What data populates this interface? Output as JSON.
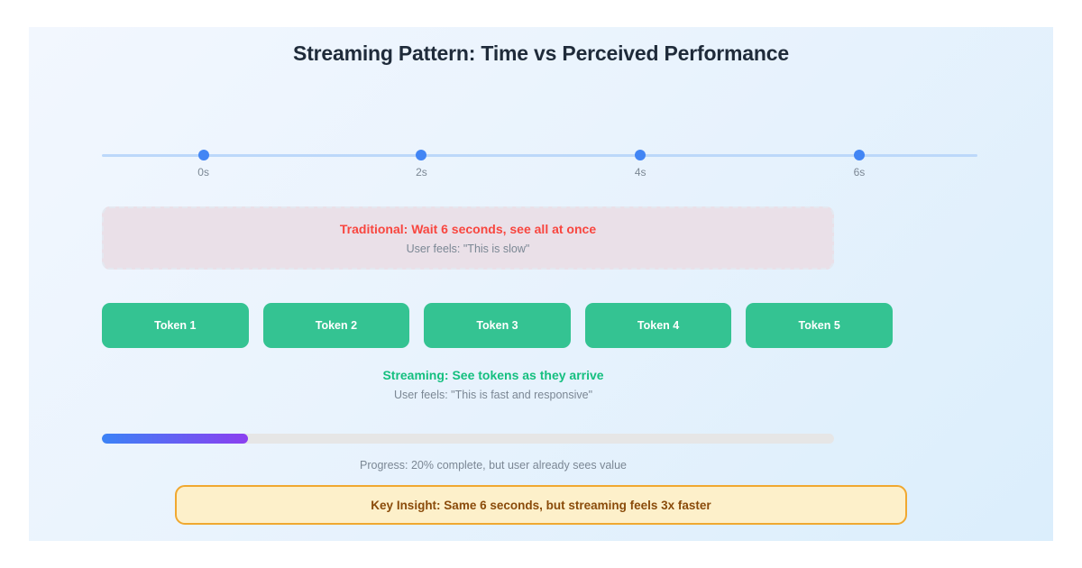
{
  "figure": {
    "title": "Streaming Pattern: Time vs Perceived Performance",
    "background_start": "#f2f7fe",
    "background_end": "#dbeefc"
  },
  "timeline": {
    "line_color": "#bcd8fa",
    "dot_color": "#4285f4",
    "ticks": [
      {
        "label": "0s",
        "value": 0,
        "position_pct": 11.6
      },
      {
        "label": "2s",
        "value": 2,
        "position_pct": 36.5
      },
      {
        "label": "4s",
        "value": 4,
        "position_pct": 61.5
      },
      {
        "label": "6s",
        "value": 6,
        "position_pct": 86.5
      }
    ]
  },
  "traditional": {
    "title": "Traditional: Wait 6 seconds, see all at once",
    "subtitle": "User feels: \"This is slow\"",
    "title_color": "#f8463f",
    "background": "#eae0e8"
  },
  "streaming": {
    "tokens": [
      {
        "label": "Token 1"
      },
      {
        "label": "Token 2"
      },
      {
        "label": "Token 3"
      },
      {
        "label": "Token 4"
      },
      {
        "label": "Token 5"
      }
    ],
    "token_color": "#34c392",
    "title": "Streaming: See tokens as they arrive",
    "subtitle": "User feels: \"This is fast and responsive\"",
    "title_color": "#14bf7f"
  },
  "progress": {
    "percent": 20,
    "caption": "Progress: 20% complete, but user already sees value",
    "fill_start": "#3b82f6",
    "fill_end": "#8b3ff0",
    "track_color": "#e6e6e6"
  },
  "insight": {
    "text": "Key Insight: Same 6 seconds, but streaming feels 3x faster",
    "background": "#fdf0ca",
    "border_color": "#f0a830",
    "text_color": "#8a4b0a"
  },
  "chart_data": {
    "type": "timeline",
    "title": "Streaming Pattern: Time vs Perceived Performance",
    "xlabel": "",
    "ylabel": "",
    "x_ticks": [
      "0s",
      "2s",
      "4s",
      "6s"
    ],
    "x_values": [
      0,
      2,
      4,
      6
    ],
    "xlim": [
      0,
      6
    ],
    "grid": false,
    "legend": "none",
    "series": [
      {
        "name": "Traditional",
        "label": "Traditional: Wait 6 seconds, see all at once",
        "annotation": "User feels: \"This is slow\"",
        "span_seconds": 6,
        "chunks": 1,
        "color": "#f8463f"
      },
      {
        "name": "Streaming",
        "label": "Streaming: See tokens as they arrive",
        "annotation": "User feels: \"This is fast and responsive\"",
        "span_seconds": 6,
        "chunks": 5,
        "chunk_labels": [
          "Token 1",
          "Token 2",
          "Token 3",
          "Token 4",
          "Token 5"
        ],
        "color": "#34c392"
      }
    ],
    "progress_percent": 20,
    "annotations": [
      "Progress: 20% complete, but user already sees value",
      "Key Insight: Same 6 seconds, but streaming feels 3x faster"
    ]
  }
}
